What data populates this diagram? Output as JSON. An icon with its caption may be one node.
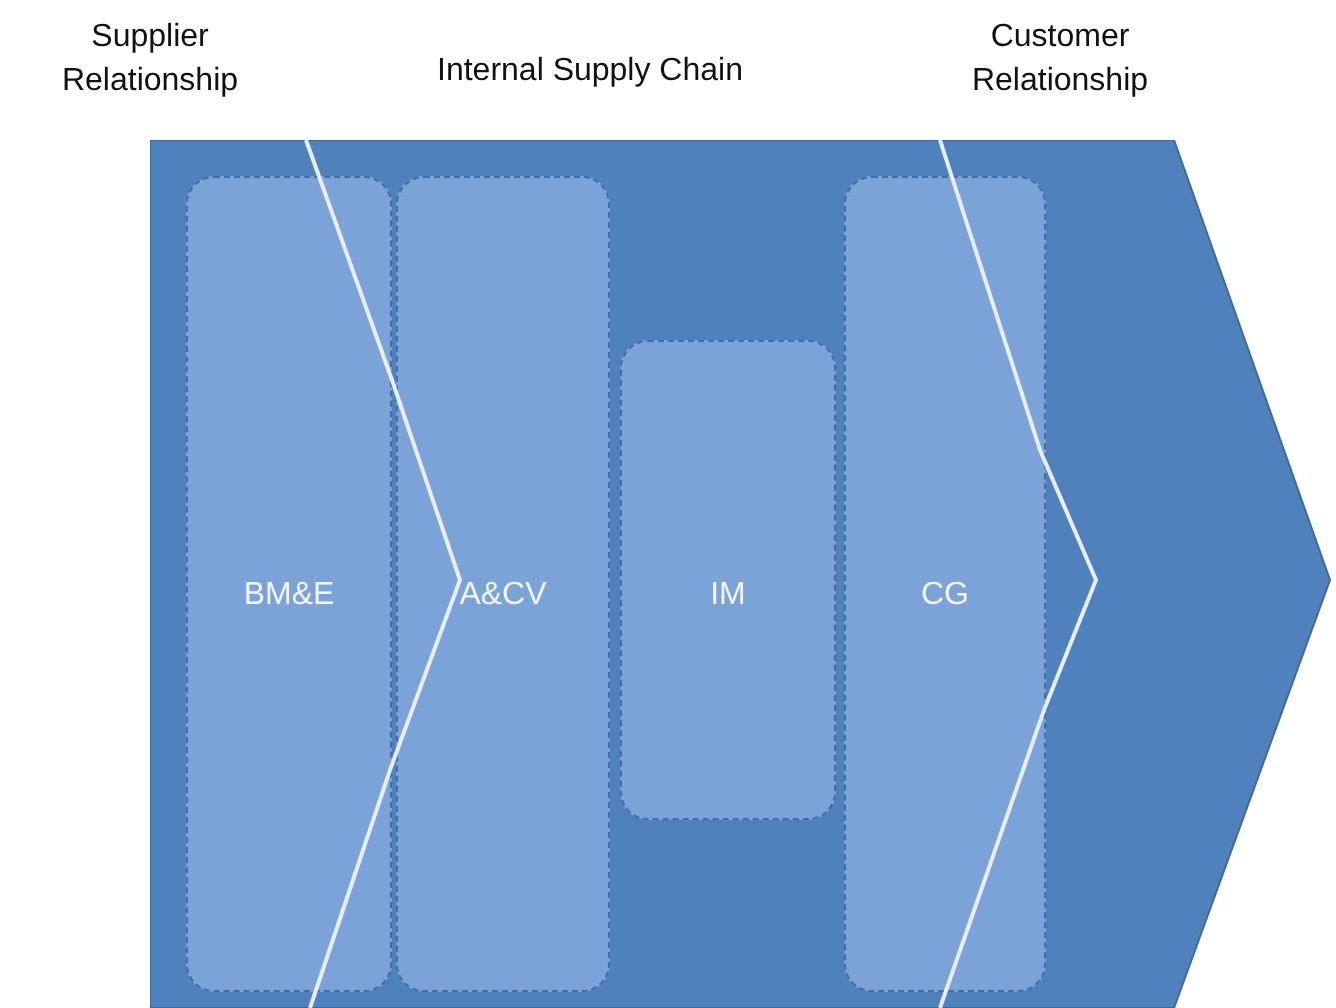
{
  "diagram": {
    "nodes": [
      {
        "text": [],
        "shape": "arrow"
      },
      {
        "text": [
          "BM&E"
        ],
        "in": 0
      },
      {
        "text": [
          "A&CV"
        ],
        "in": 0
      },
      {
        "text": [
          "IM"
        ],
        "in": 0
      },
      {
        "text": [
          "CG"
        ],
        "in": 0
      }
    ],
    "edges": [],
    "labels": [
      "Supplier Relationship",
      "Internal Supply Chain",
      "Customer Relationship"
    ]
  }
}
